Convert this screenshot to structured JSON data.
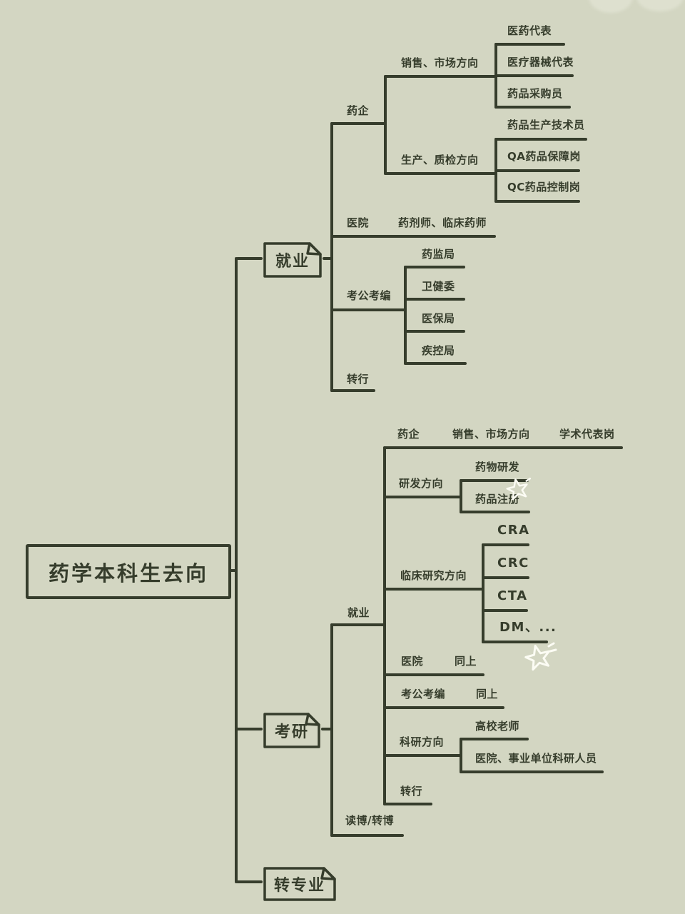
{
  "colors": {
    "background": "#d3d6c2",
    "ink": "#363d2c",
    "star_doodle": "#fcfcf4"
  },
  "doodles": {
    "white_star_count": 2,
    "top_edge_blob_count": 2
  },
  "mindmap": {
    "root": {
      "label": "药学本科生去向"
    },
    "employment": {
      "label": "就业",
      "pharma": {
        "label": "药企",
        "sales": {
          "label": "销售、市场方向",
          "medical_rep": {
            "label": "医药代表"
          },
          "device_rep": {
            "label": "医疗器械代表"
          },
          "purchaser": {
            "label": "药品采购员"
          }
        },
        "production": {
          "label": "生产、质检方向",
          "technician": {
            "label": "药品生产技术员"
          },
          "qa": {
            "label": "QA药品保障岗"
          },
          "qc": {
            "label": "QC药品控制岗"
          }
        }
      },
      "hospital": {
        "label": "医院",
        "detail": {
          "label": "药剂师、临床药师"
        }
      },
      "civil_service": {
        "label": "考公考编",
        "nmpa": {
          "label": "药监局"
        },
        "health_commission": {
          "label": "卫健委"
        },
        "insurance_bureau": {
          "label": "医保局"
        },
        "cdc": {
          "label": "疾控局"
        }
      },
      "career_change": {
        "label": "转行"
      }
    },
    "grad_school": {
      "label": "考研",
      "employment": {
        "label": "就业",
        "pharma": {
          "label": "药企",
          "sales": {
            "label": "销售、市场方向"
          },
          "academic_rep": {
            "label": "学术代表岗"
          }
        },
        "rnd": {
          "label": "研发方向",
          "drug_rnd": {
            "label": "药物研发"
          },
          "registration": {
            "label": "药品注册"
          }
        },
        "clinical": {
          "label": "临床研究方向",
          "cra": {
            "label": "CRA"
          },
          "crc": {
            "label": "CRC"
          },
          "cta": {
            "label": "CTA"
          },
          "dm": {
            "label": "DM、..."
          }
        },
        "hospital": {
          "label": "医院",
          "same": {
            "label": "同上"
          }
        },
        "civil_service": {
          "label": "考公考编",
          "same": {
            "label": "同上"
          }
        },
        "research": {
          "label": "科研方向",
          "professor": {
            "label": "高校老师"
          },
          "institute_researcher": {
            "label": "医院、事业单位科研人员"
          }
        },
        "career_change": {
          "label": "转行"
        }
      },
      "phd": {
        "label": "读博/转博"
      }
    },
    "change_major": {
      "label": "转专业"
    }
  }
}
